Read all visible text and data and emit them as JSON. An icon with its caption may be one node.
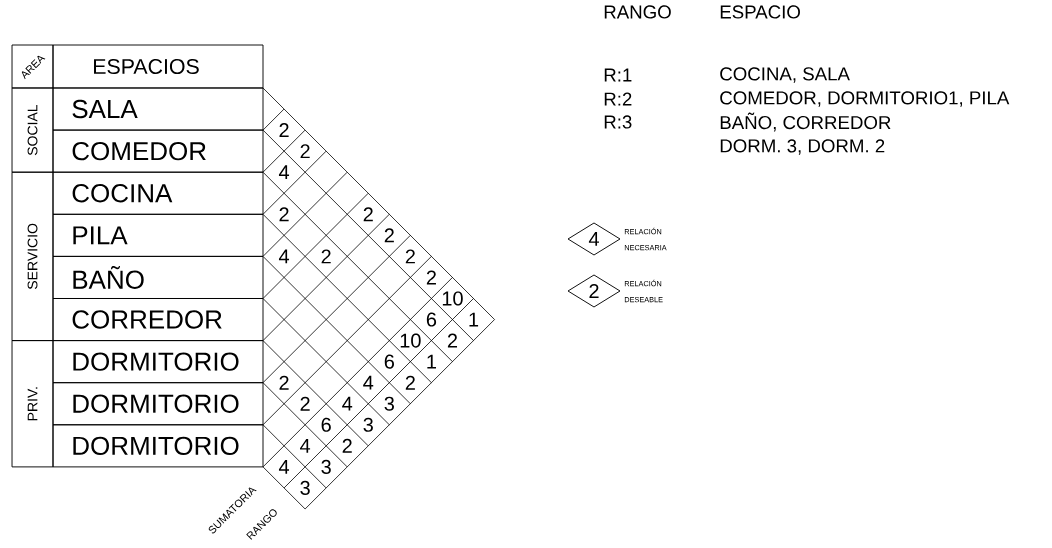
{
  "diagram": {
    "nodes": [
      {
        "text": [
          "AREA"
        ]
      },
      {
        "text": [
          "ESPACIOS"
        ]
      },
      {
        "text": [
          "SOCIAL"
        ]
      },
      {
        "text": [
          "SALA"
        ]
      },
      {
        "text": [
          "COMEDOR"
        ]
      },
      {
        "text": [
          "SERVICIO"
        ]
      },
      {
        "text": [
          "COCINA"
        ]
      },
      {
        "text": [
          "PILA"
        ]
      },
      {
        "text": [
          "BAÑO"
        ]
      },
      {
        "text": [
          "CORREDOR"
        ]
      },
      {
        "text": [
          "PRIV."
        ]
      },
      {
        "text": [
          "DORMITORIO"
        ]
      },
      {
        "text": [
          "DORMITORIO"
        ]
      },
      {
        "text": [
          "DORMITORIO"
        ]
      }
    ],
    "labels": [
      "2",
      "2",
      "4",
      "2",
      "2",
      "2",
      "4",
      "2",
      "2",
      "2",
      "10",
      "6",
      "1",
      "10",
      "2",
      "6",
      "1",
      "2",
      "4",
      "2",
      "2",
      "4",
      "3",
      "6",
      "3",
      "4",
      "2",
      "4",
      "3",
      "3",
      "SUMATORIA",
      "RANGO",
      "RANGO",
      "ESPACIO",
      "R:1",
      "COCINA, SALA",
      "R:2",
      "COMEDOR, DORMITORIO1, PILA",
      "R:3",
      "BAÑO, CORREDOR",
      "DORM. 3, DORM. 2",
      "4",
      "2"
    ],
    "legend": [
      {
        "text": "RELACIÓN NECESARIA"
      },
      {
        "text": "RELACIÓN DESEABLE"
      }
    ]
  }
}
